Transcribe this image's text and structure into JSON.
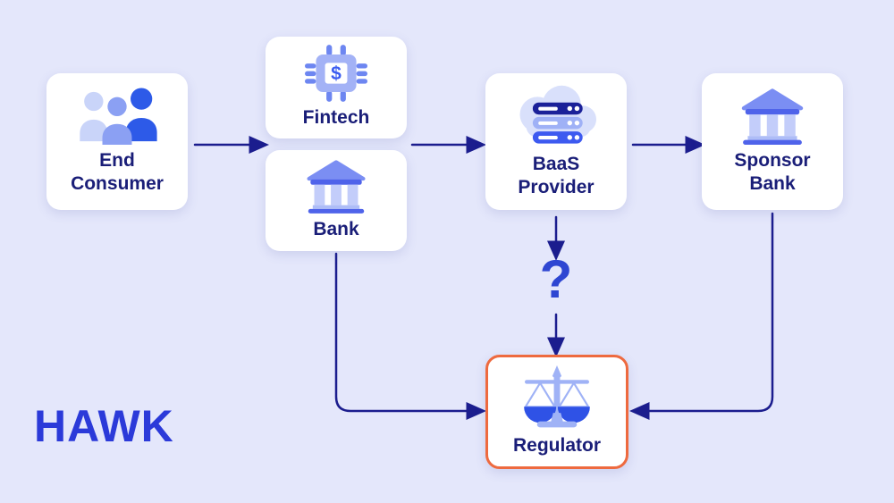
{
  "colors": {
    "background": "#e4e7fb",
    "card": "#ffffff",
    "label_navy": "#1a1e78",
    "arrow_navy": "#1b1d8e",
    "accent_orange": "#ee6a3f",
    "brand_blue": "#2b3ad9",
    "question_blue": "#2e46d2",
    "icon_blue_bright": "#2d5ae8",
    "icon_blue_mid": "#8ba0f3",
    "icon_blue_light": "#c9d4f9",
    "icon_navy": "#1b2199"
  },
  "logo": {
    "text": "HAWK"
  },
  "question_mark": "?",
  "nodes": {
    "end_consumer": {
      "label": "End\nConsumer",
      "icon": "people-group-icon"
    },
    "fintech": {
      "label": "Fintech",
      "icon": "chip-dollar-icon"
    },
    "bank": {
      "label": "Bank",
      "icon": "bank-building-icon"
    },
    "baas_provider": {
      "label": "BaaS\nProvider",
      "icon": "cloud-servers-icon"
    },
    "sponsor_bank": {
      "label": "Sponsor\nBank",
      "icon": "bank-building-icon"
    },
    "regulator": {
      "label": "Regulator",
      "icon": "scales-icon",
      "highlighted": true
    }
  },
  "icons": {
    "chip_dollar_symbol": "$"
  },
  "edges": [
    {
      "from": "end_consumer",
      "to": "fintech_and_bank"
    },
    {
      "from": "fintech_and_bank",
      "to": "baas_provider"
    },
    {
      "from": "baas_provider",
      "to": "sponsor_bank"
    },
    {
      "from": "baas_provider",
      "to": "question_mark"
    },
    {
      "from": "question_mark",
      "to": "regulator"
    },
    {
      "from": "bank",
      "to": "regulator"
    },
    {
      "from": "sponsor_bank",
      "to": "regulator"
    }
  ]
}
